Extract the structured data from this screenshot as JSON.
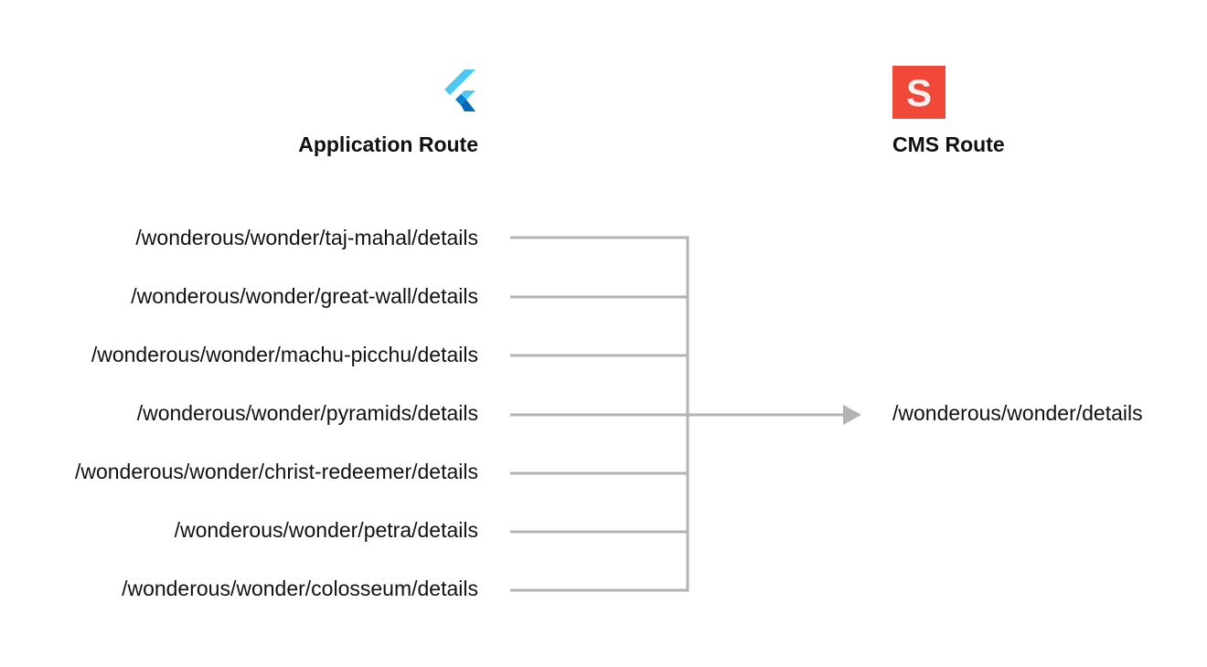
{
  "left_column": {
    "heading": "Application Route",
    "icon": "flutter-logo-icon",
    "routes": [
      "/wonderous/wonder/taj-mahal/details",
      "/wonderous/wonder/great-wall/details",
      "/wonderous/wonder/machu-picchu/details",
      "/wonderous/wonder/pyramids/details",
      "/wonderous/wonder/christ-redeemer/details",
      "/wonderous/wonder/petra/details",
      "/wonderous/wonder/colosseum/details"
    ]
  },
  "right_column": {
    "heading": "CMS Route",
    "icon": "sanity-logo-icon",
    "route": "/wonderous/wonder/details"
  },
  "colors": {
    "connector": "#b3b3b3",
    "cms_brand": "#f04939",
    "flutter_light": "#42c5f5",
    "flutter_dark": "#0468b8",
    "text": "#111111"
  }
}
